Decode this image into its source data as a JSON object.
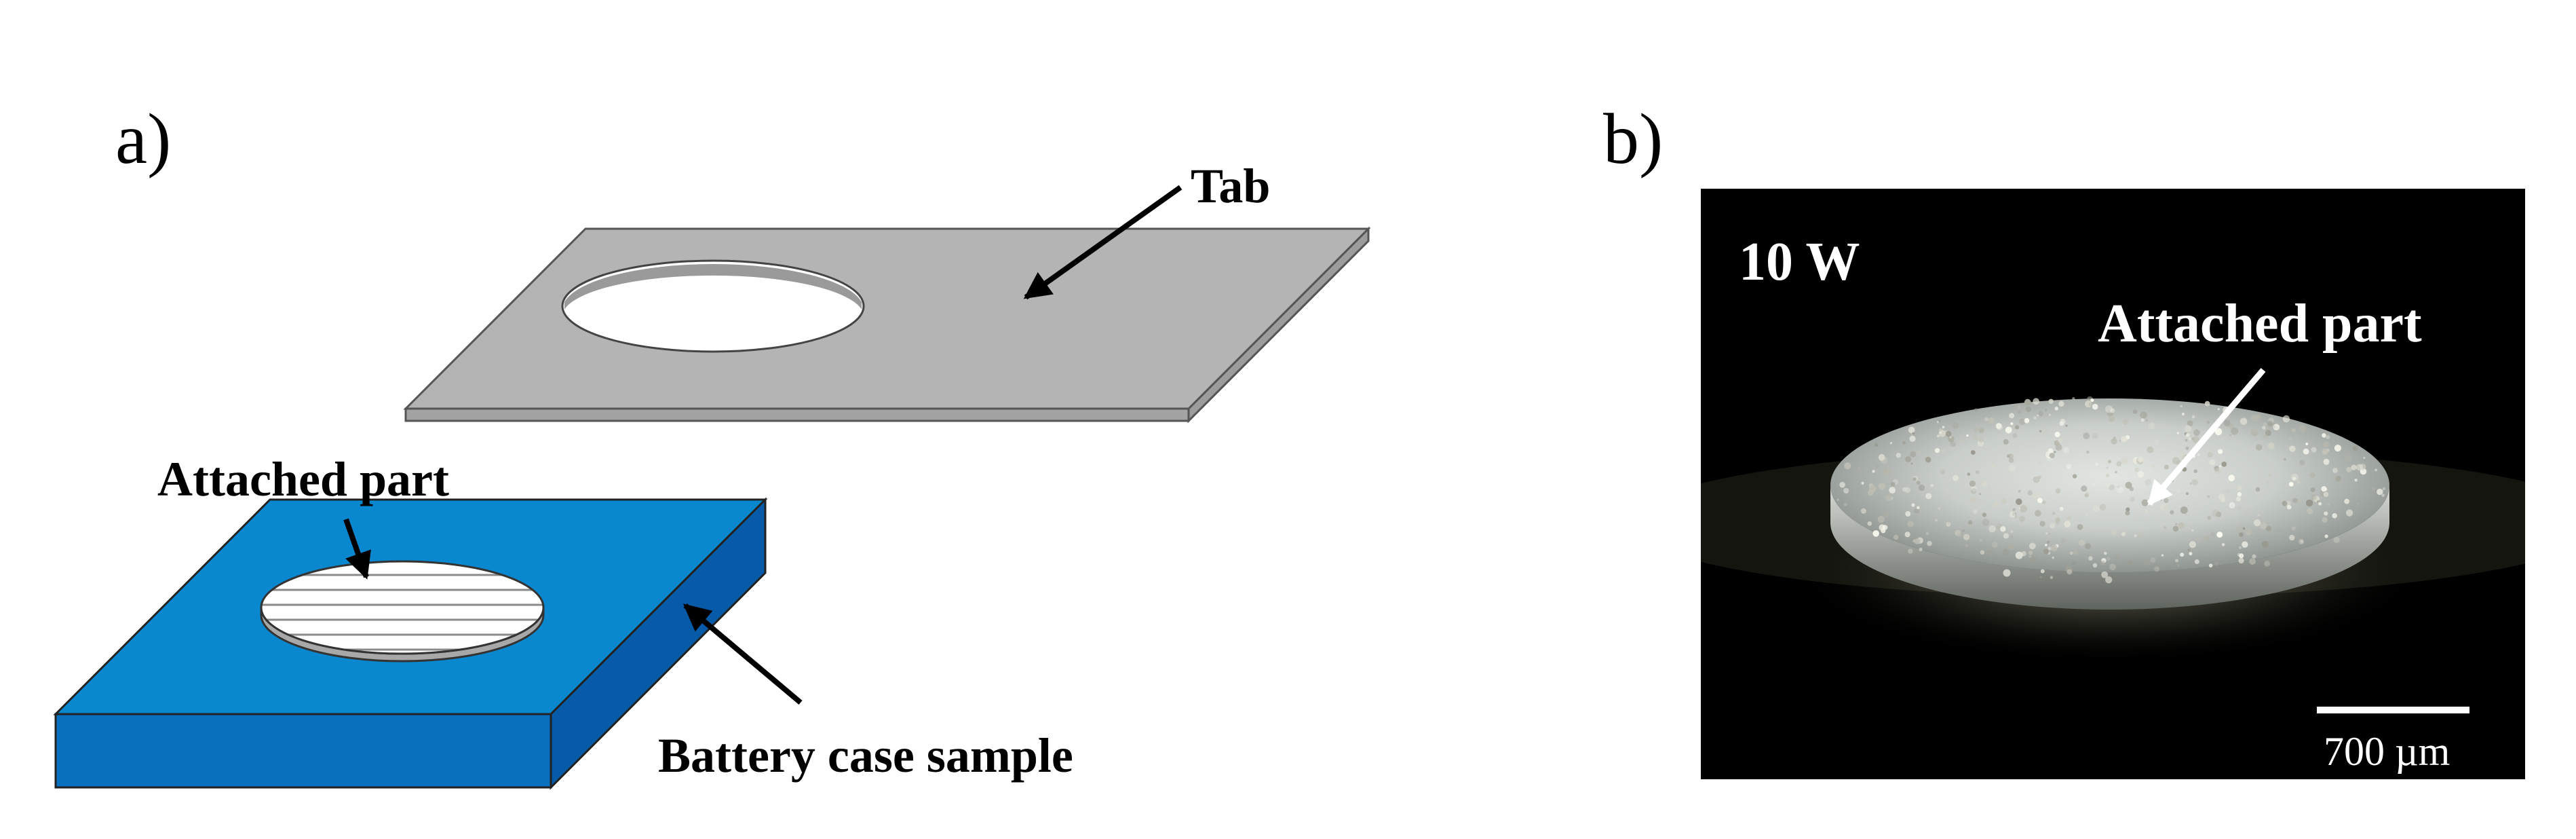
{
  "panel_a": {
    "label": "a)",
    "tab_label": "Tab",
    "attached_label": "Attached part",
    "case_label": "Battery case sample"
  },
  "panel_b": {
    "label": "b)",
    "power_label": "10 W",
    "attached_label": "Attached part",
    "scale_label": "700 µm"
  },
  "colors": {
    "tab_fill": "#b4b4b4",
    "tab_edge": "#a3a3a3",
    "case_top": "#0a88cf",
    "case_front": "#0970c0",
    "case_side": "#065aa8",
    "photo_background": "#000000"
  }
}
